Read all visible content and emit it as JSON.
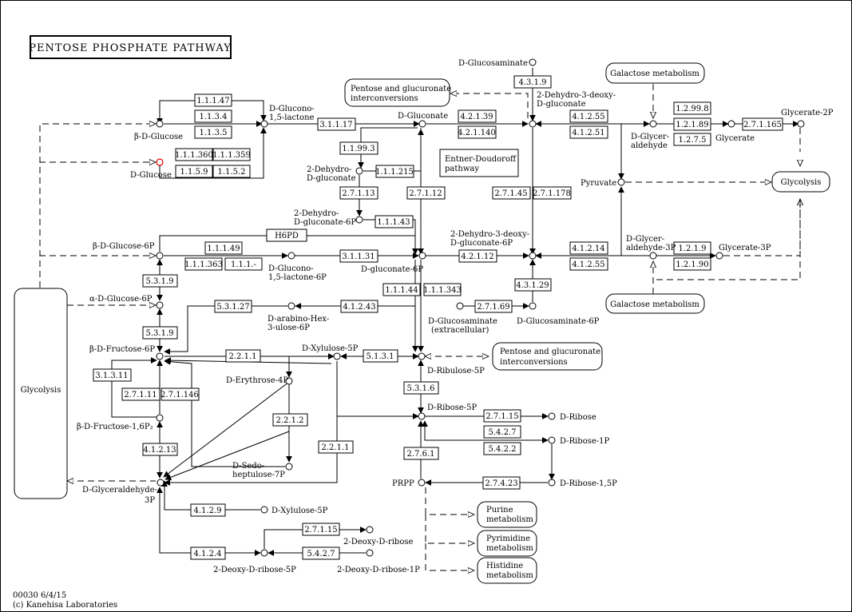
{
  "title": "PENTOSE PHOSPHATE PATHWAY",
  "footer": {
    "code": "00030 6/4/15",
    "credit": "(c) Kanehisa Laboratories"
  },
  "colors": {
    "highlight": "#e00000"
  },
  "enzymes": {
    "e1_1_1_47": "1.1.1.47",
    "e1_1_3_4": "1.1.3.4",
    "e1_1_3_5": "1.1.3.5",
    "e1_1_1_360": "1.1.1.360",
    "e1_1_1_359": "1.1.1.359",
    "e1_1_5_9": "1.1.5.9",
    "e1_1_5_2": "1.1.5.2",
    "e3_1_1_17": "3.1.1.17",
    "e4_2_1_39": "4.2.1.39",
    "e4_2_1_140": "4.2.1.140",
    "e4_3_1_9": "4.3.1.9",
    "e4_1_2_55a": "4.1.2.55",
    "e4_1_2_51": "4.1.2.51",
    "e1_2_99_8": "1.2.99.8",
    "e1_2_1_89": "1.2.1.89",
    "e1_2_7_5": "1.2.7.5",
    "e2_7_1_165": "2.7.1.165",
    "e1_1_99_3": "1.1.99.3",
    "e1_1_1_215": "1.1.1.215",
    "e2_7_1_13": "2.7.1.13",
    "e2_7_1_12": "2.7.1.12",
    "e2_7_1_45": "2.7.1.45",
    "e2_7_1_178": "2.7.1.178",
    "e1_1_1_43": "1.1.1.43",
    "h6pd": "H6PD",
    "e1_1_1_49": "1.1.1.49",
    "e1_1_1_363": "1.1.1.363",
    "e1_1_1_dash": "1.1.1.-",
    "e3_1_1_31": "3.1.1.31",
    "e4_2_1_12": "4.2.1.12",
    "e4_1_2_14": "4.1.2.14",
    "e4_1_2_55b": "4.1.2.55",
    "e1_2_1_9": "1.2.1.9",
    "e1_2_1_90": "1.2.1.90",
    "e5_3_1_9a": "5.3.1.9",
    "e5_3_1_9b": "5.3.1.9",
    "e1_1_1_44": "1.1.1.44",
    "e1_1_1_343": "1.1.1.343",
    "e4_3_1_29": "4.3.1.29",
    "e2_7_1_69": "2.7.1.69",
    "e5_3_1_27": "5.3.1.27",
    "e4_1_2_43": "4.1.2.43",
    "e2_2_1_1a": "2.2.1.1",
    "e5_1_3_1": "5.1.3.1",
    "e3_1_3_11": "3.1.3.11",
    "e2_7_1_11": "2.7.1.11",
    "e2_7_1_146": "2.7.1.146",
    "e2_2_1_2": "2.2.1.2",
    "e5_3_1_6": "5.3.1.6",
    "e2_7_1_15a": "2.7.1.15",
    "e5_4_2_7a": "5.4.2.7",
    "e5_4_2_2": "5.4.2.2",
    "e4_1_2_13": "4.1.2.13",
    "e2_2_1_1b": "2.2.1.1",
    "e2_7_6_1": "2.7.6.1",
    "e2_7_4_23": "2.7.4.23",
    "e4_1_2_9": "4.1.2.9",
    "e2_7_1_15b": "2.7.1.15",
    "e4_1_2_4": "4.1.2.4",
    "e5_4_2_7b": "5.4.2.7"
  },
  "compounds": {
    "b_d_glucose": "β-D-Glucose",
    "d_glucose": "D-Glucose",
    "d_glucono_lactone_1": "D-Glucono-",
    "d_glucono_lactone_2": "1,5-lactone",
    "d_gluconate": "D-Gluconate",
    "d_glucosaminate": "D-Glucosaminate",
    "dehydro_deoxy_gluconate_1": "2-Dehydro-3-deoxy-",
    "dehydro_deoxy_gluconate_2": "D-gluconate",
    "d_glyceraldehyde_1": "D-Glycer-",
    "d_glyceraldehyde_2": "aldehyde",
    "d_glycerate": "Glycerate",
    "glycerate_2p": "Glycerate-2P",
    "dehydro_gluconate_1": "2-Dehydro-",
    "dehydro_gluconate_2": "D-gluconate",
    "pyruvate": "Pyruvate",
    "dehydro_gluconate_6p_1": "2-Dehydro-",
    "dehydro_gluconate_6p_2": "D-gluconate-6P",
    "b_d_glucose_6p": "β-D-Glucose-6P",
    "d_glucono_lactone_6p_1": "D-Glucono-",
    "d_glucono_lactone_6p_2": "1,5-lactone-6P",
    "d_gluconate_6p": "D-gluconate-6P",
    "dehydro_deoxy_gluconate_6p_1": "2-Dehydro-3-deoxy-",
    "dehydro_deoxy_gluconate_6p_2": "D-gluconate-6P",
    "d_glyceraldehyde_3p_1": "D-Glycer-",
    "d_glyceraldehyde_3p_2": "aldehyde-3P",
    "glycerate_3p": "Glycerate-3P",
    "a_d_glucose_6p": "α-D-Glucose-6P",
    "d_glucosaminate_ext_1": "D-Glucosaminate",
    "d_glucosaminate_ext_2": "(extracellular)",
    "d_glucosaminate_6p": "D-Glucosaminate-6P",
    "d_arabino_hex_1": "D-arabino-Hex-",
    "d_arabino_hex_2": "3-ulose-6P",
    "b_d_fructose_6p": "β-D-Fructose-6P",
    "d_xylulose_5p": "D-Xylulose-5P",
    "d_ribulose_5p": "D-Ribulose-5P",
    "d_erythrose_4p": "D-Erythrose-4P",
    "b_d_fructose_16p2": "β-D-Fructose-1,6P₂",
    "d_ribose_5p": "D-Ribose-5P",
    "d_ribose": "D-Ribose",
    "d_ribose_1p": "D-Ribose-1P",
    "d_sedoheptulose_1": "D-Sedo-",
    "d_sedoheptulose_2": "heptulose-7P",
    "prpp": "PRPP",
    "d_ribose_15p": "D-Ribose-1,5P",
    "d_glyceraldehyde3p_a": "D-Glyceraldehyde-",
    "d_glyceraldehyde3p_b": "3P",
    "d_xylulose_5p_2": "D-Xylulose-5P",
    "deoxy_d_ribose": "2-Deoxy-D-ribose",
    "deoxy_d_ribose_5p": "2-Deoxy-D-ribose-5P",
    "deoxy_d_ribose_1p": "2-Deoxy-D-ribose-1P"
  },
  "maps": {
    "pentose_glucuronate_top_1": "Pentose and glucuronate",
    "pentose_glucuronate_top_2": "interconversions",
    "galactose_top": "Galactose metabolism",
    "entner_doudoroff_1": "Entner-Doudoroff",
    "entner_doudoroff_2": "pathway",
    "glycolysis_right": "Glycolysis",
    "glycolysis_left": "Glycolysis",
    "galactose_bottom": "Galactose metabolism",
    "pentose_glucuronate_mid_1": "Pentose and glucuronate",
    "pentose_glucuronate_mid_2": "interconversions",
    "purine_1": "Purine",
    "purine_2": "metabolism",
    "pyrimidine_1": "Pyrimidine",
    "pyrimidine_2": "metabolism",
    "histidine_1": "Histidine",
    "histidine_2": "metabolism"
  }
}
